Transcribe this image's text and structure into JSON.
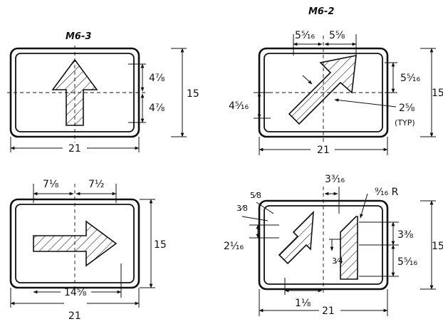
{
  "signs": {
    "m6_3": {
      "title": "M6-3",
      "dim_upper": "4⅞",
      "dim_lower": "4⅞",
      "height": "15",
      "width": "21"
    },
    "m6_2": {
      "title": "M6-2",
      "dim_left_top": "5⁵⁄₁₆",
      "dim_right_top": "5⅝",
      "dim_right_side": "5⁵⁄₁₆",
      "dim_left_side": "4⁵⁄₁₆",
      "dim_typ": "2⅝",
      "typ_note": "(TYP)",
      "height": "15",
      "width": "21"
    },
    "m6_1": {
      "dim_top_left": "7⅛",
      "dim_top_right": "7½",
      "dim_bottom": "14⅝",
      "height": "15",
      "width": "21"
    },
    "m6_4": {
      "dim_top_center": "3³⁄₁₆",
      "dim_radius": "⁹⁄₁₆ R",
      "dim_a": "5⁄8",
      "dim_b": "3⁄8",
      "dim_c": "2¹⁄₁₆",
      "dim_d": "3⅜",
      "dim_e": "5⁵⁄₁₆",
      "dim_f": "3⁄4",
      "dim_g": "1⅛",
      "height": "15",
      "width": "21"
    }
  }
}
